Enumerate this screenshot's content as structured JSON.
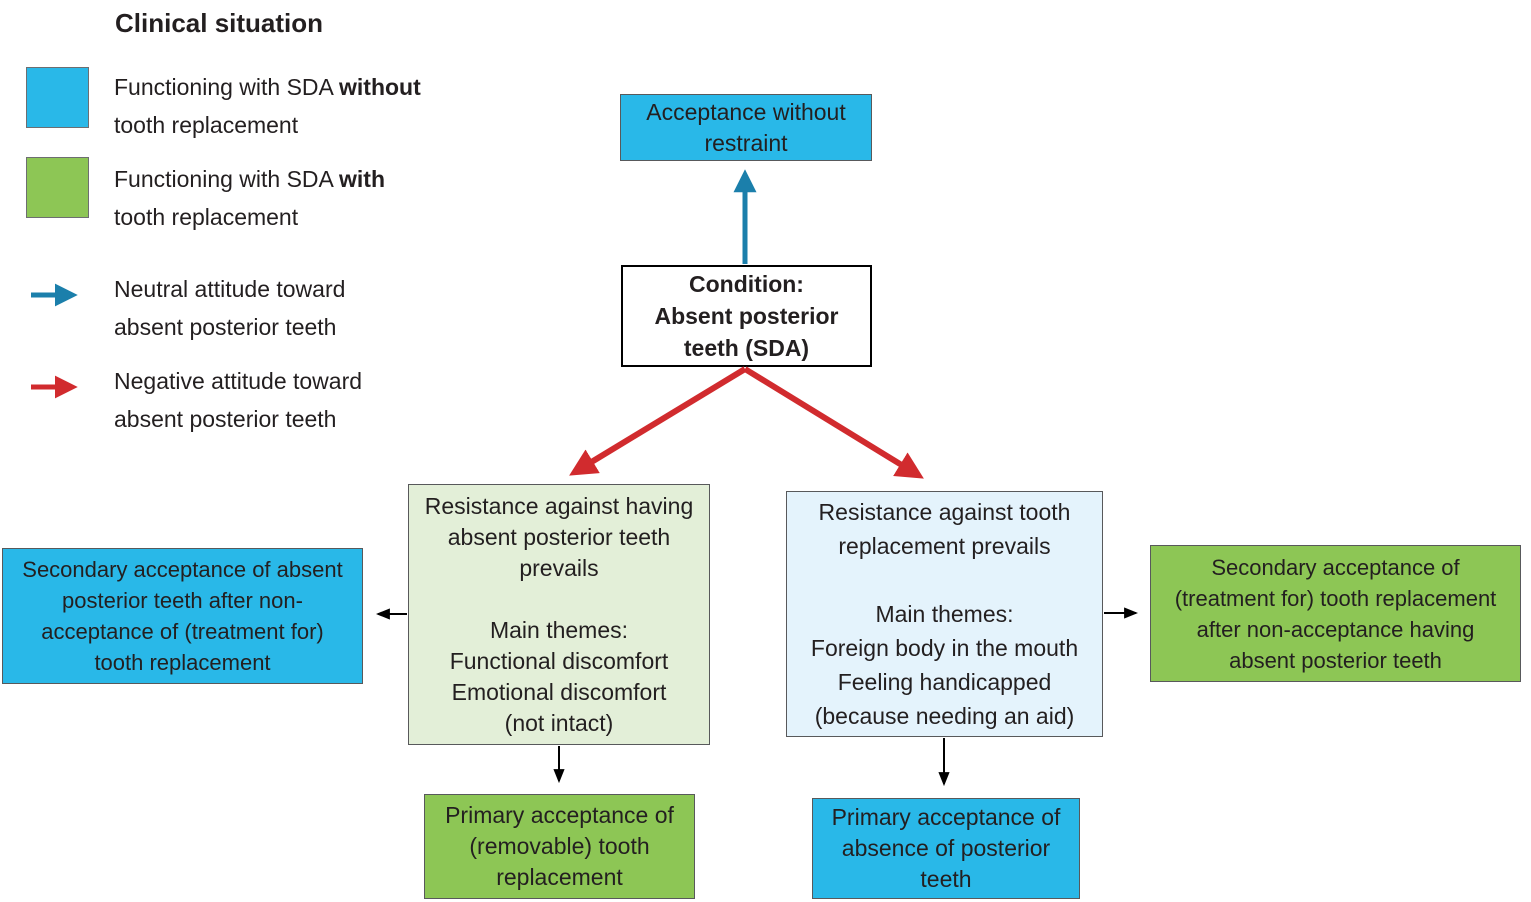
{
  "colors": {
    "blue": "#29b8e8",
    "green": "#8dc655",
    "light_green": "#e3efd8",
    "light_blue": "#e4f3fc",
    "arrow_blue": "#1b7fab",
    "arrow_red": "#d12b2e",
    "arrow_black": "#000000"
  },
  "legend": {
    "title": "Clinical situation",
    "swatch_items": [
      {
        "pre": "Functioning with SDA ",
        "bold": "without",
        "line2": "tooth replacement"
      },
      {
        "pre": "Functioning with SDA ",
        "bold": "with",
        "line2": "tooth replacement"
      }
    ],
    "arrow_items": [
      {
        "lines": [
          "Neutral attitude toward",
          "absent posterior teeth"
        ]
      },
      {
        "lines": [
          "Negative attitude toward",
          "absent posterior teeth"
        ]
      }
    ]
  },
  "boxes": {
    "acceptance": {
      "lines": [
        "Acceptance without",
        "restraint"
      ]
    },
    "condition": {
      "lines": [
        "Condition:",
        "Absent posterior",
        "teeth (SDA)"
      ]
    },
    "resistance_absent": {
      "lines": [
        "Resistance against having",
        "absent posterior teeth",
        "prevails",
        "",
        "Main themes:",
        "Functional discomfort",
        "Emotional discomfort",
        "(not intact)"
      ]
    },
    "resistance_replacement": {
      "lines": [
        "Resistance against tooth",
        "replacement prevails",
        "",
        "Main themes:",
        "Foreign body in the mouth",
        "Feeling handicapped",
        "(because needing an aid)"
      ]
    },
    "secondary_absent": {
      "lines": [
        "Secondary acceptance of absent",
        "posterior teeth after non-",
        "acceptance of (treatment for)",
        "tooth replacement"
      ]
    },
    "secondary_replacement": {
      "lines": [
        "Secondary acceptance of",
        "(treatment for) tooth replacement",
        "after non-acceptance having",
        "absent posterior teeth"
      ]
    },
    "primary_replacement": {
      "lines": [
        "Primary acceptance of",
        "(removable) tooth",
        "replacement"
      ]
    },
    "primary_absence": {
      "lines": [
        "Primary acceptance of",
        "absence of posterior",
        "teeth"
      ]
    }
  }
}
